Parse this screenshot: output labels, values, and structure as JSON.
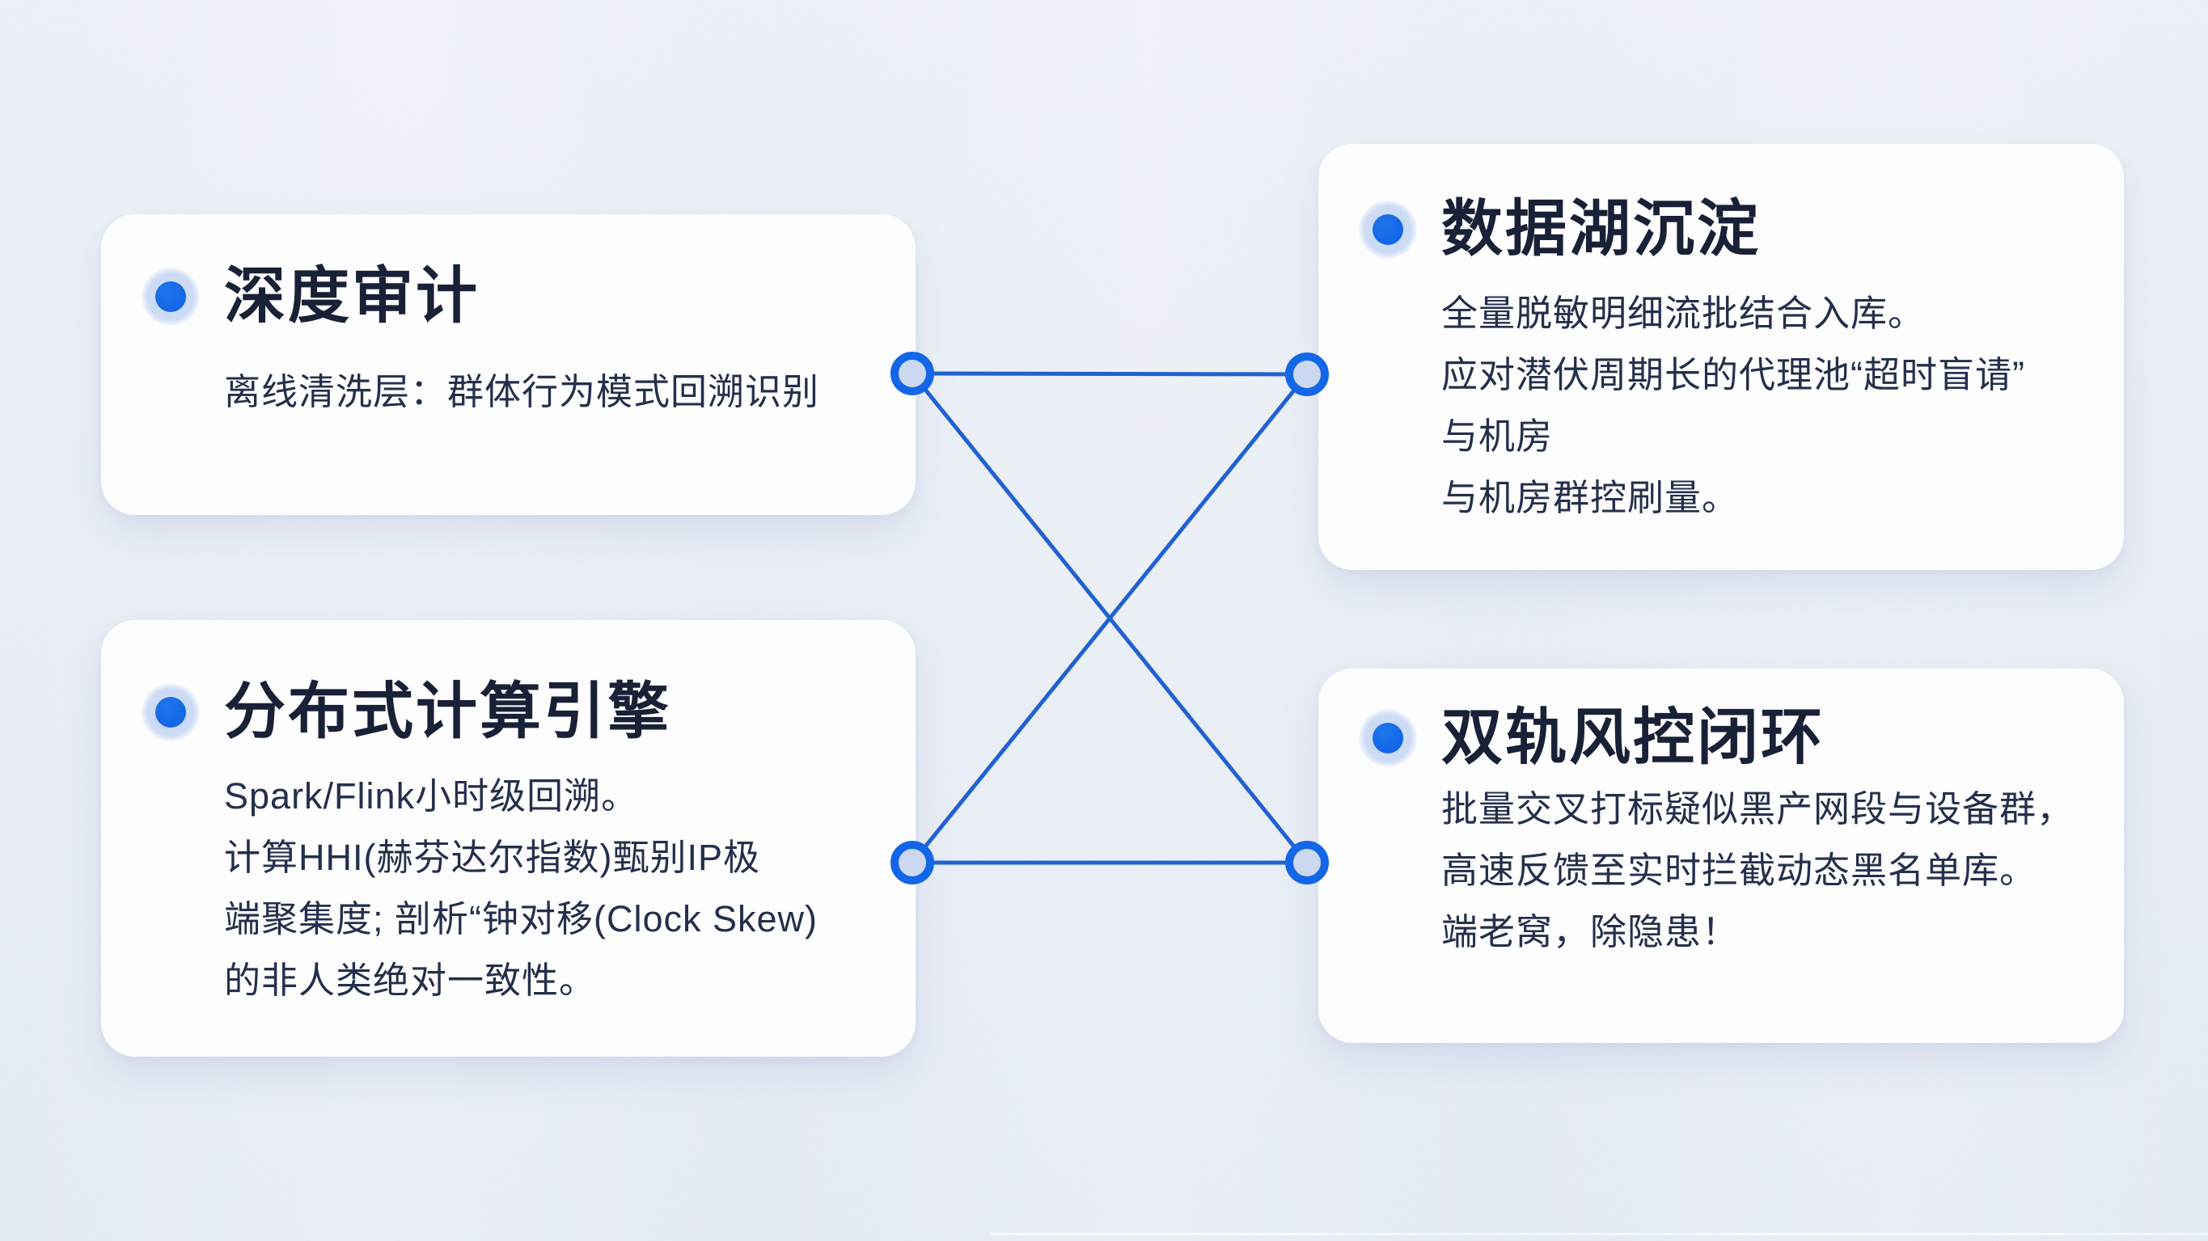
{
  "colors": {
    "background": "#e9eef6",
    "card_background": "#ffffff",
    "accent_blue": "#0f64e8",
    "connector_line": "#1d5fd2",
    "node_fill": "#ccd9f2",
    "bullet_halo": "#cddcf7",
    "title_text": "#141d33",
    "body_text": "#202c49"
  },
  "cards": [
    {
      "id": "deep-audit",
      "title": "深度审计",
      "body": [
        "离线清洗层：群体行为模式回溯识别"
      ]
    },
    {
      "id": "data-lake",
      "title": "数据湖沉淀",
      "body": [
        "全量脱敏明细流批结合入库。",
        "应对潜伏周期长的代理池“超时盲请”",
        "与机房",
        "与机房群控刷量。"
      ]
    },
    {
      "id": "distributed-engine",
      "title": "分布式计算引擎",
      "body": [
        "Spark/Flink小时级回溯。",
        "计算HHI(赫芬达尔指数)甄别IP极",
        "端聚集度; 剖析“钟对移(Clock Skew)",
        "的非人类绝对一致性。"
      ]
    },
    {
      "id": "dual-track",
      "title": "双轨风控闭环",
      "body": [
        "批量交叉打标疑似黑产网段与设备群，",
        "高速反馈至实时拦截动态黑名单库。",
        "端老窝，除隐患！"
      ]
    }
  ],
  "connector": {
    "edges": [
      [
        "deep-audit",
        "data-lake"
      ],
      [
        "distributed-engine",
        "dual-track"
      ],
      [
        "deep-audit",
        "dual-track"
      ],
      [
        "data-lake",
        "distributed-engine"
      ]
    ]
  }
}
